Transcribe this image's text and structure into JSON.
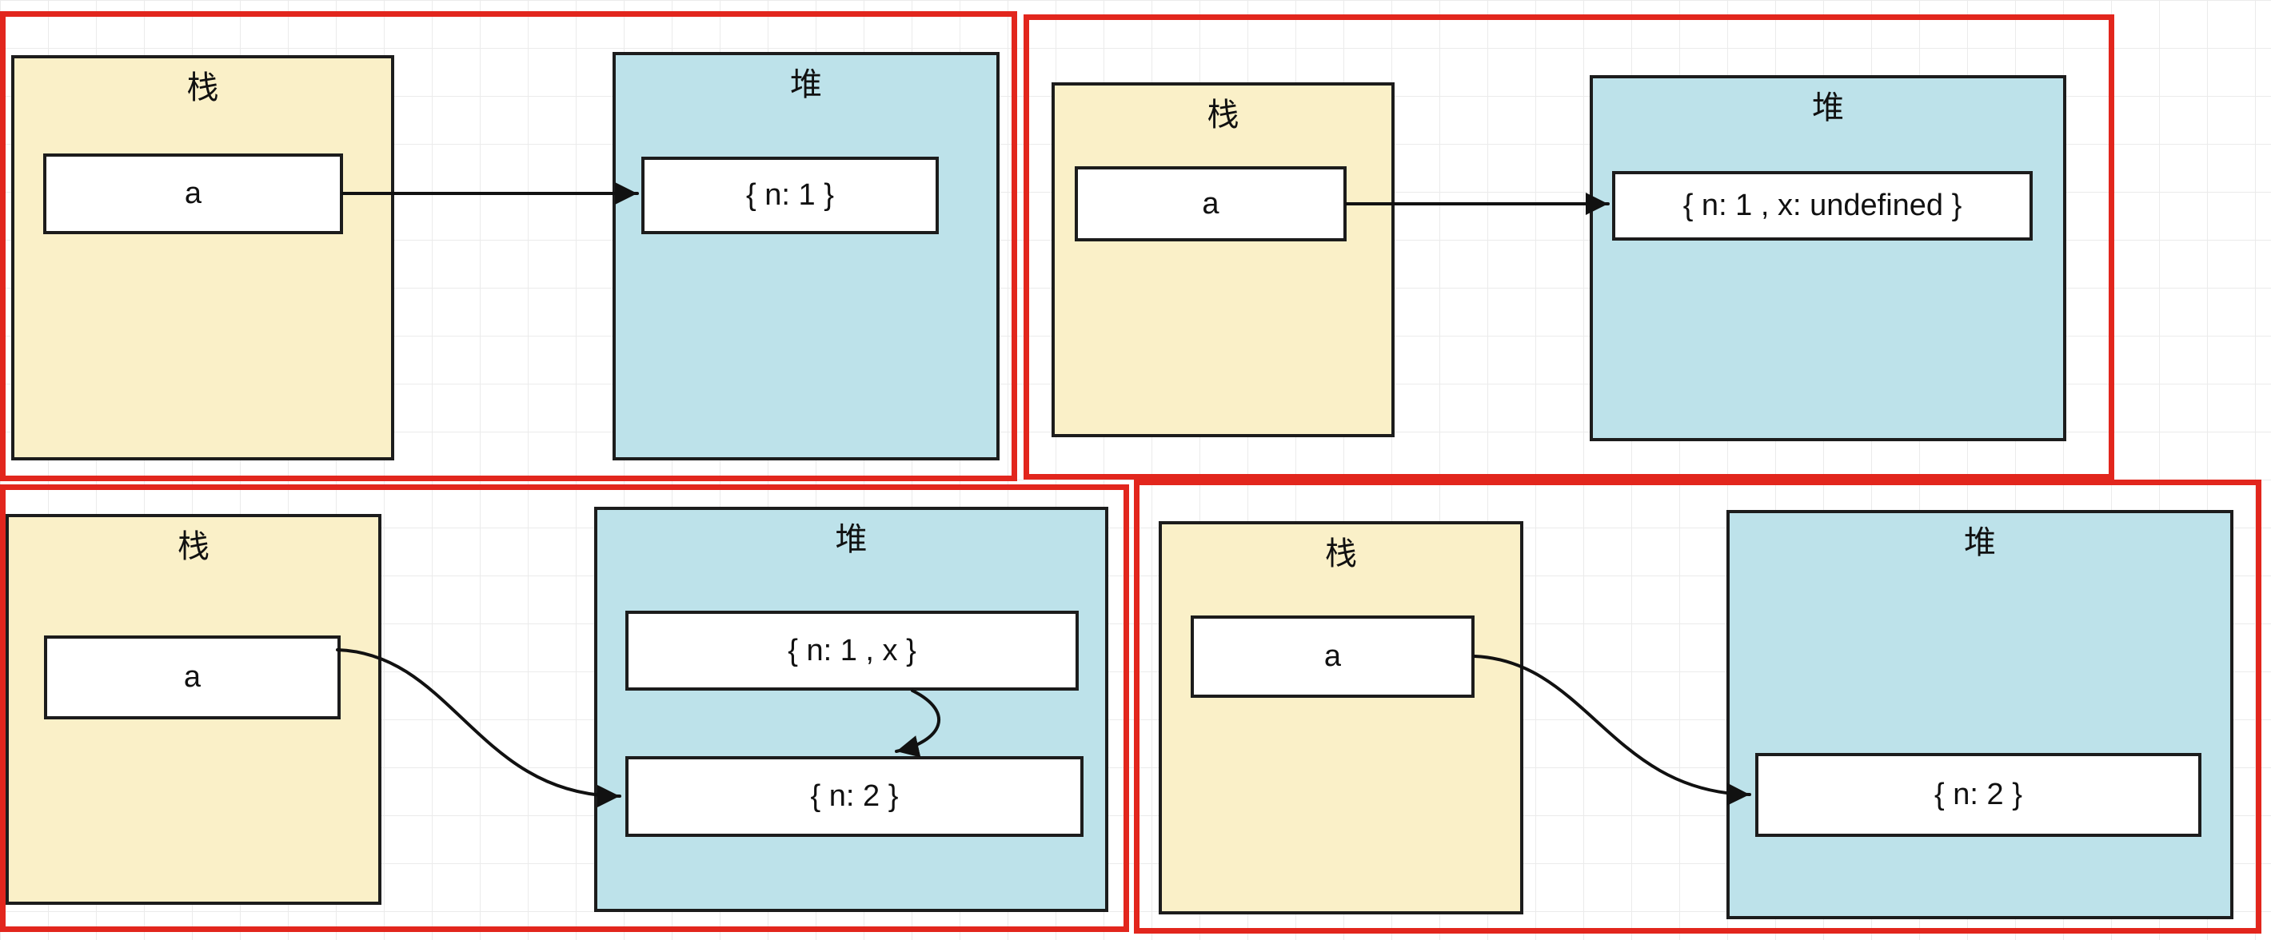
{
  "colors": {
    "panel_border": "#e2261d",
    "stack_fill": "#faf0c8",
    "heap_fill": "#bde2ea",
    "box_border": "#1c1c1c",
    "arrow": "#111111",
    "grid_line": "#ebebeb",
    "background": "#ffffff"
  },
  "panels": [
    {
      "stack_label": "栈",
      "heap_label": "堆",
      "variable": "a",
      "heap_items": [
        "{ n: 1 }"
      ]
    },
    {
      "stack_label": "栈",
      "heap_label": "堆",
      "variable": "a",
      "heap_items": [
        "{ n: 1 , x: undefined }"
      ]
    },
    {
      "stack_label": "栈",
      "heap_label": "堆",
      "variable": "a",
      "heap_items": [
        "{ n: 1 , x }",
        "{ n: 2 }"
      ]
    },
    {
      "stack_label": "栈",
      "heap_label": "堆",
      "variable": "a",
      "heap_items": [
        "{ n: 2 }"
      ]
    }
  ]
}
